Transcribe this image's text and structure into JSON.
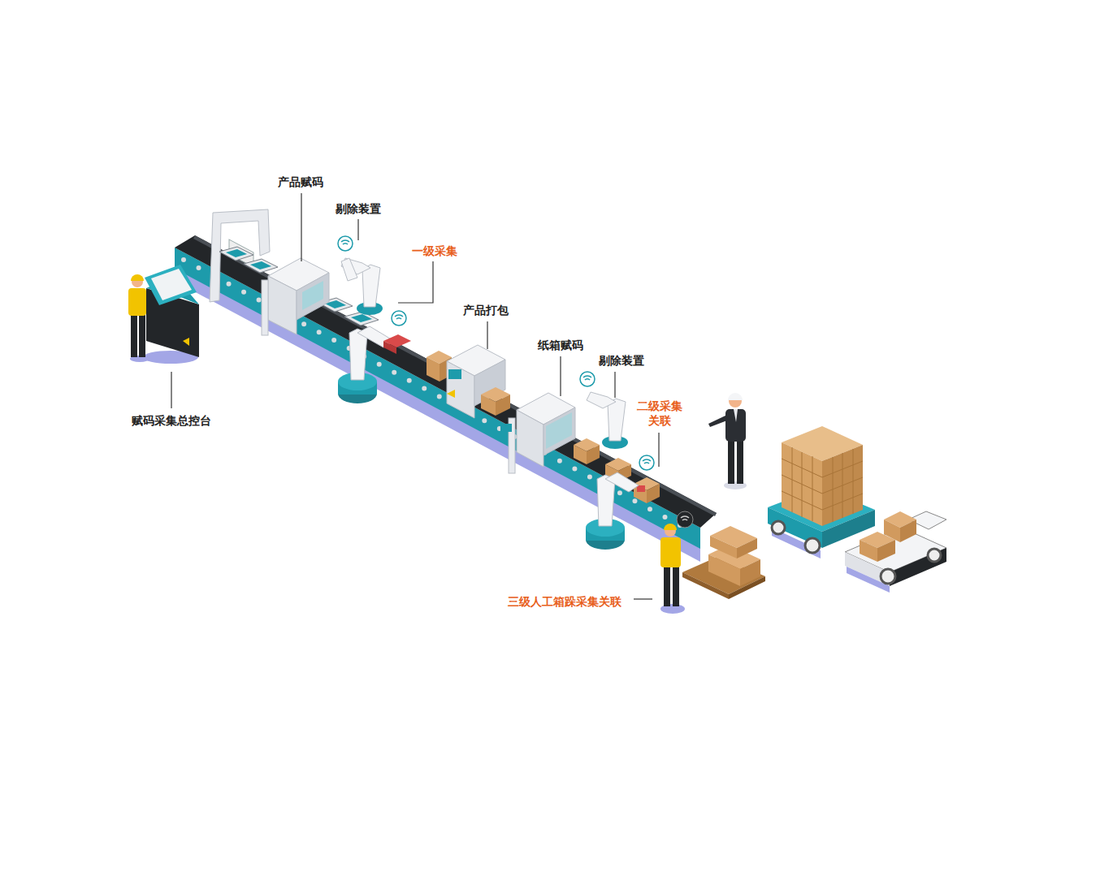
{
  "diagram": {
    "labels": [
      "产品赋码",
      "剔除装置",
      "一级采集",
      "产品打包",
      "纸箱赋码",
      "剔除装置",
      "二级采集 关联",
      "三级人工箱跺采集关联",
      "赋码采集总控台"
    ]
  }
}
